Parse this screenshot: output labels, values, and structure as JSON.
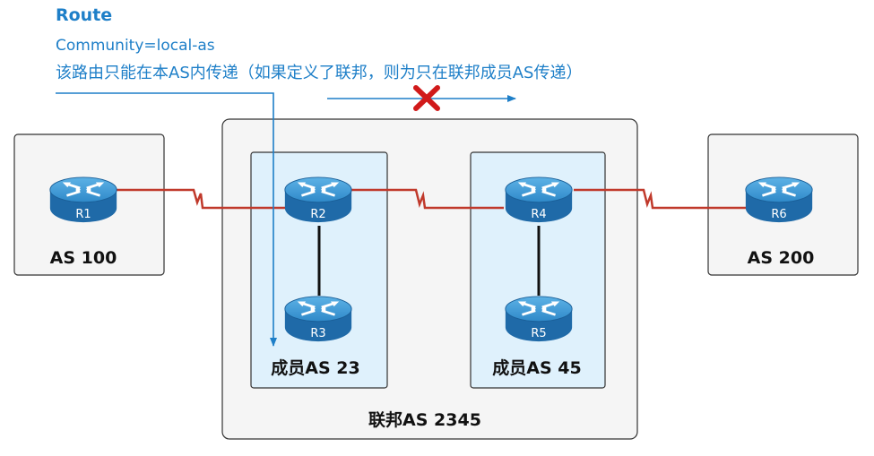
{
  "caption": {
    "title": "Route",
    "community": "Community=local-as",
    "description": "该路由只能在本AS内传递（如果定义了联邦，则为只在联邦成员AS传递）"
  },
  "boxes": {
    "as100": "AS 100",
    "as200": "AS 200",
    "confederation": "联邦AS 2345",
    "member23": "成员AS 23",
    "member45": "成员AS 45"
  },
  "routers": {
    "r1": "R1",
    "r2": "R2",
    "r3": "R3",
    "r4": "R4",
    "r5": "R5",
    "r6": "R6"
  },
  "colors": {
    "accent": "#1e7fc8",
    "serial_link": "#c0392b",
    "blocked_mark": "#d11a1a",
    "member_fill": "#dff1fc",
    "box_fill": "#f5f5f5",
    "router_top": "#3d98d6",
    "router_side": "#1f6aa8"
  },
  "icons": {
    "router": "router-icon",
    "blocked": "x-mark-icon"
  }
}
